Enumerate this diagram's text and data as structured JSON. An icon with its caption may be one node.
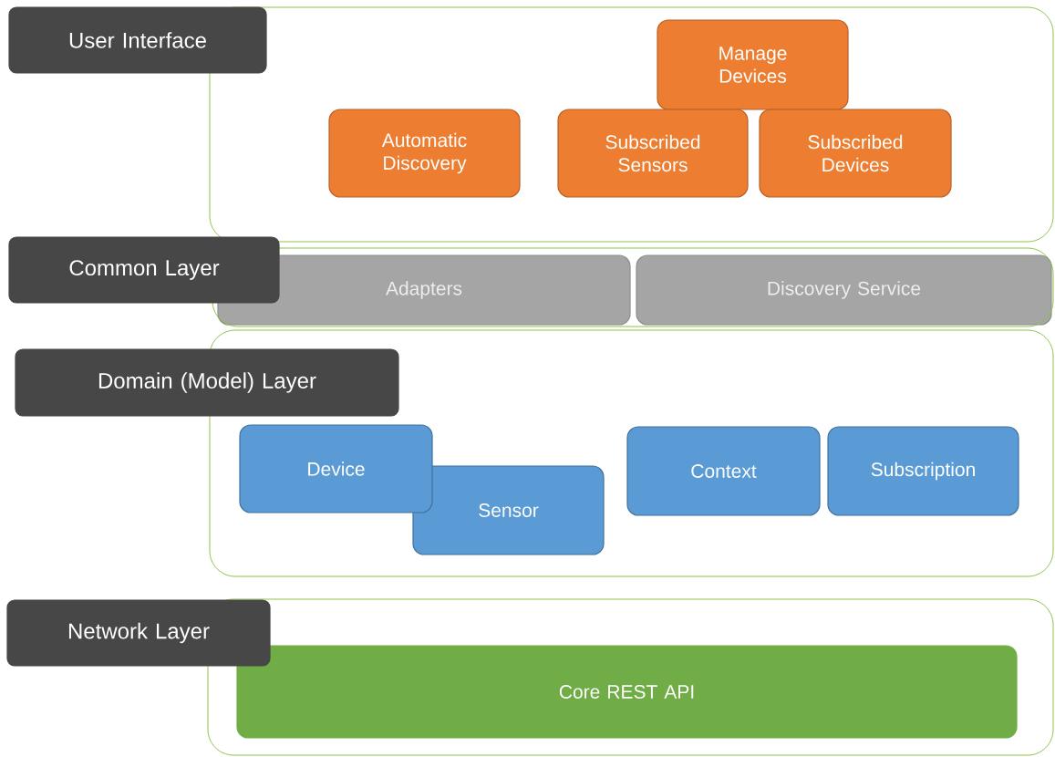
{
  "diagram": {
    "nodes": [
      {
        "text": [
          "User Interface"
        ]
      },
      {
        "text": [
          "Manage Devices"
        ],
        "in": 0
      },
      {
        "text": [
          "Automatic Discovery"
        ],
        "in": 0
      },
      {
        "text": [
          "Subscribed Sensors"
        ],
        "in": 0
      },
      {
        "text": [
          "Subscribed Devices"
        ],
        "in": 0
      },
      {
        "text": [
          "Common Layer"
        ]
      },
      {
        "text": [
          "Adapters"
        ],
        "in": 5
      },
      {
        "text": [
          "Discovery Service"
        ],
        "in": 5
      },
      {
        "text": [
          "Domain (Model) Layer"
        ]
      },
      {
        "text": [
          "Device"
        ],
        "in": 8
      },
      {
        "text": [
          "Sensor"
        ],
        "in": 8
      },
      {
        "text": [
          "Context"
        ],
        "in": 8
      },
      {
        "text": [
          "Subscription"
        ],
        "in": 8
      },
      {
        "text": [
          "Network Layer"
        ]
      },
      {
        "text": [
          "Core REST API"
        ],
        "in": 13
      }
    ]
  }
}
